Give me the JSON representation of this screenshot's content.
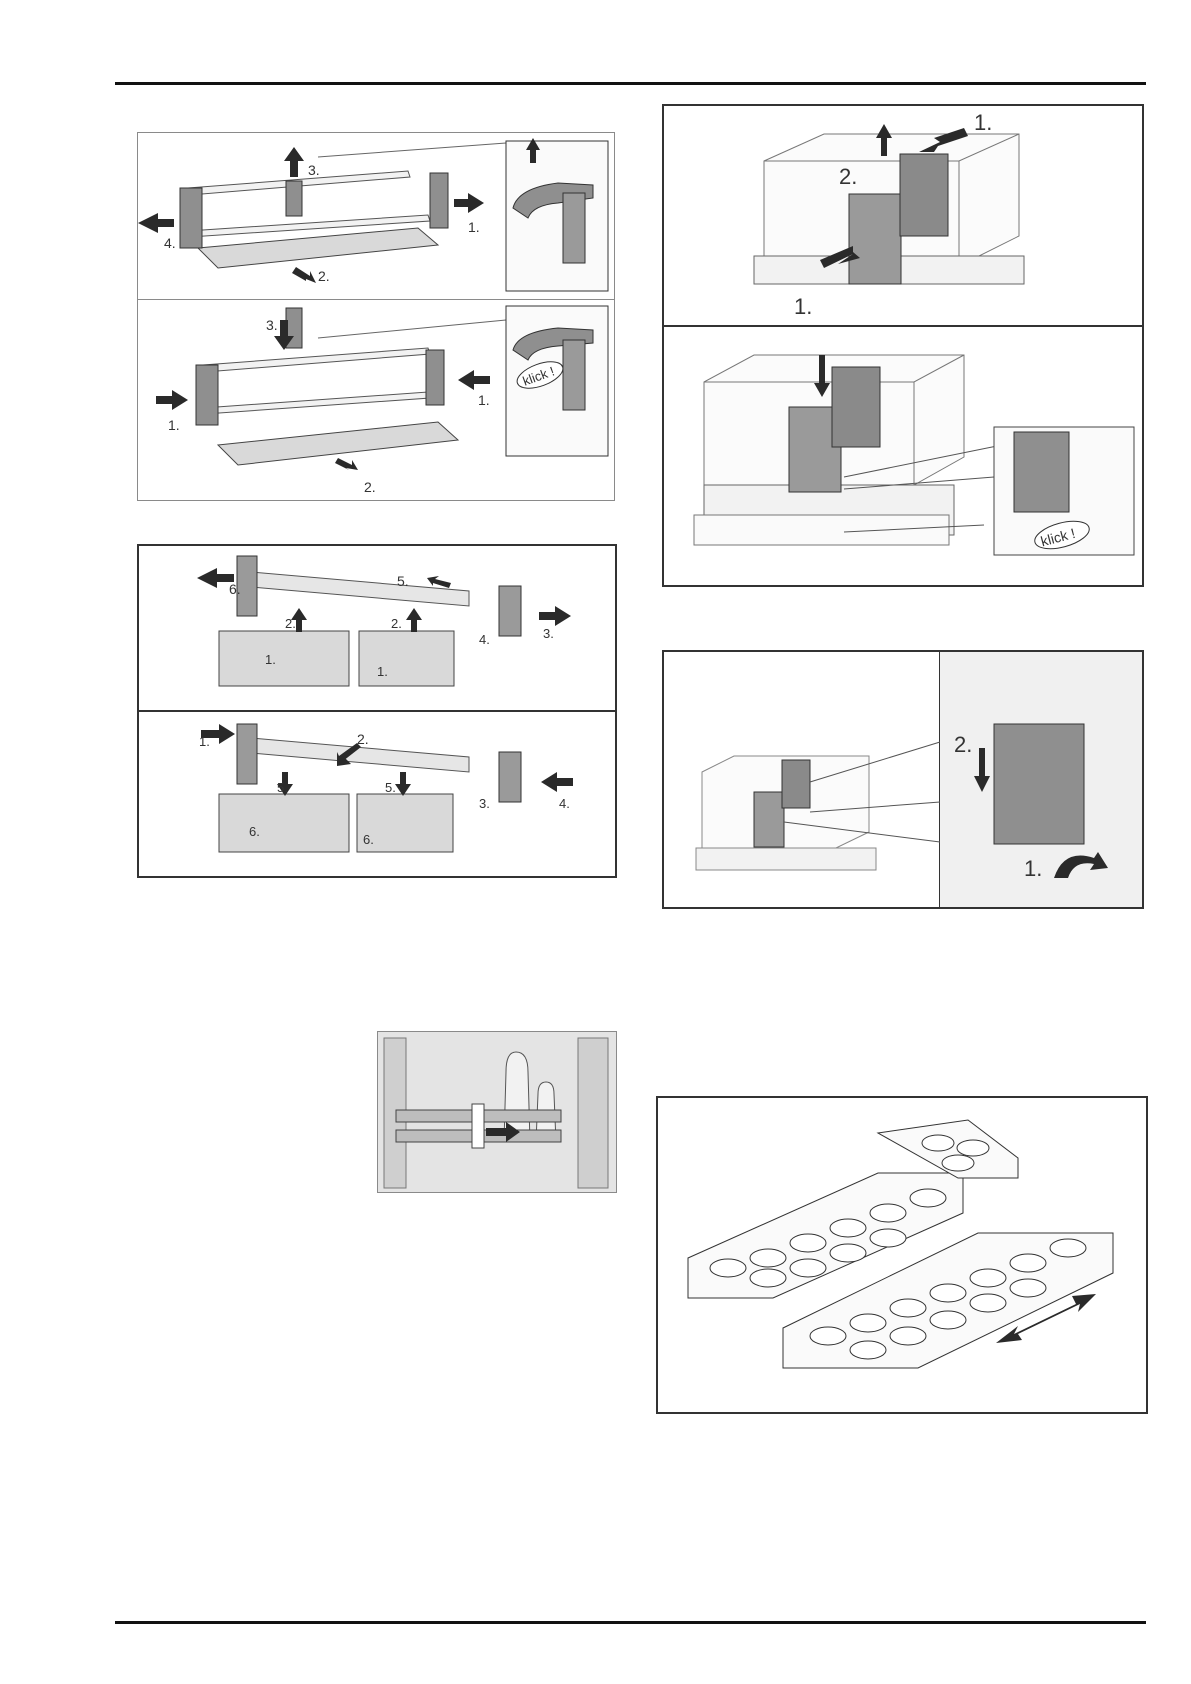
{
  "figures": {
    "shelf_remove": {
      "steps": [
        "1.",
        "2.",
        "3.",
        "4."
      ]
    },
    "shelf_install": {
      "steps": [
        "1.",
        "1.",
        "2.",
        "3."
      ],
      "callout": "klick !"
    },
    "drawer_remove": {
      "steps": [
        "1.",
        "1.",
        "2.",
        "2.",
        "3.",
        "4.",
        "5.",
        "6."
      ]
    },
    "drawer_install": {
      "steps": [
        "1.",
        "2.",
        "3.",
        "4.",
        "5.",
        "5.",
        "6.",
        "6."
      ]
    },
    "bottle_holder": {},
    "box_divider_remove": {
      "steps": [
        "1.",
        "2.",
        "1."
      ]
    },
    "box_divider_install": {
      "callout": "klick !"
    },
    "divider_fold": {
      "steps": [
        "2.",
        "1."
      ]
    },
    "egg_tray": {}
  },
  "colors": {
    "rule": "#111111",
    "part_fill": "#8f8f8f",
    "arrow": "#2a2a2a"
  }
}
